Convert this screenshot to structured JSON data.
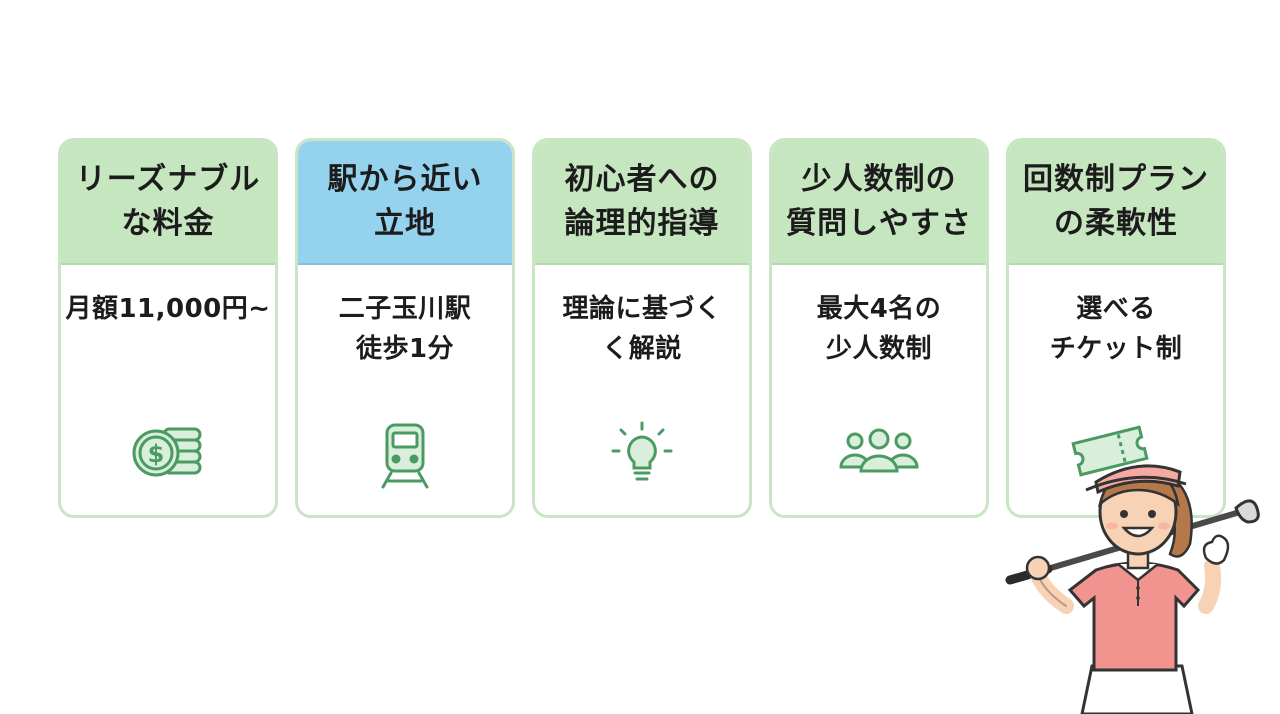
{
  "colors": {
    "header_green": "#c6e6c0",
    "header_blue": "#95d2ee",
    "border_green": "#c9e6c4",
    "icon_green": "#4a9a62"
  },
  "cards": [
    {
      "title": "リーズナブル\nな料金",
      "body": "月額11,000円~",
      "icon": "coins-icon"
    },
    {
      "title": "駅から近い\n立地",
      "body": "二子玉川駅\n徒歩1分",
      "icon": "train-icon"
    },
    {
      "title": "初心者への\n論理的指導",
      "body": "理論に基づく\nく解説",
      "icon": "lightbulb-icon"
    },
    {
      "title": "少人数制の\n質問しやすさ",
      "body": "最大4名の\n少人数制",
      "icon": "group-icon"
    },
    {
      "title": "回数制プラン\nの柔軟性",
      "body": "選べる\nチケット制",
      "icon": "ticket-icon"
    }
  ],
  "illustration": "golfer-woman-illustration"
}
